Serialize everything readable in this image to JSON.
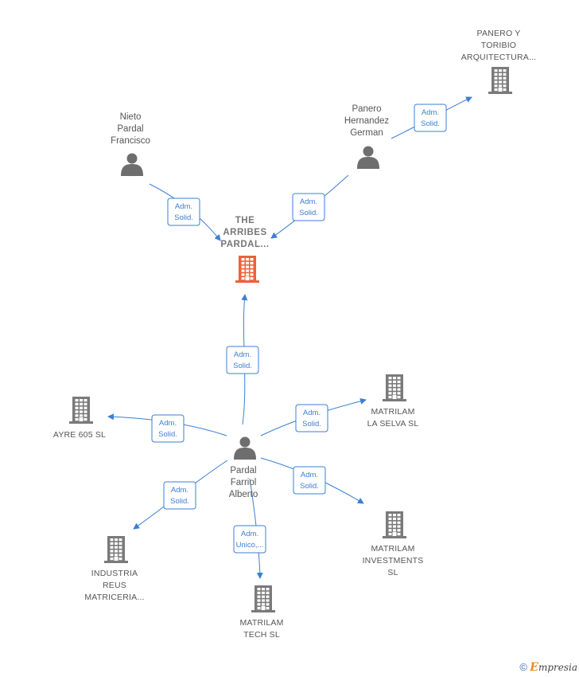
{
  "nodes": [
    {
      "id": "main",
      "kind": "company",
      "main": true,
      "lines": [
        "THE",
        "ARRIBES",
        "PARDAL..."
      ]
    },
    {
      "id": "nieto",
      "kind": "person",
      "lines": [
        "Nieto",
        "Pardal",
        "Francisco"
      ]
    },
    {
      "id": "panero",
      "kind": "person",
      "lines": [
        "Panero",
        "Hernandez",
        "German"
      ]
    },
    {
      "id": "panero_co",
      "kind": "company",
      "lines": [
        "PANERO Y",
        "TORIBIO",
        "ARQUITECTURA..."
      ]
    },
    {
      "id": "alberto",
      "kind": "person",
      "lines": [
        "Pardal",
        "Farriol",
        "Alberto"
      ]
    },
    {
      "id": "ayre",
      "kind": "company",
      "lines": [
        "AYRE 605  SL"
      ]
    },
    {
      "id": "selva",
      "kind": "company",
      "lines": [
        "MATRILAM",
        "LA SELVA SL"
      ]
    },
    {
      "id": "industria",
      "kind": "company",
      "lines": [
        "INDUSTRIA",
        "REUS",
        "MATRICERIA..."
      ]
    },
    {
      "id": "tech",
      "kind": "company",
      "lines": [
        "MATRILAM",
        "TECH SL"
      ]
    },
    {
      "id": "investments",
      "kind": "company",
      "lines": [
        "MATRILAM",
        "INVESTMENTS",
        "SL"
      ]
    }
  ],
  "edges": [
    {
      "from": "nieto",
      "to": "main",
      "role": [
        "Adm.",
        "Solid."
      ]
    },
    {
      "from": "panero",
      "to": "main",
      "role": [
        "Adm.",
        "Solid."
      ]
    },
    {
      "from": "panero",
      "to": "panero_co",
      "role": [
        "Adm.",
        "Solid."
      ]
    },
    {
      "from": "alberto",
      "to": "main",
      "role": [
        "Adm.",
        "Solid."
      ]
    },
    {
      "from": "alberto",
      "to": "ayre",
      "role": [
        "Adm.",
        "Solid."
      ]
    },
    {
      "from": "alberto",
      "to": "selva",
      "role": [
        "Adm.",
        "Solid."
      ]
    },
    {
      "from": "alberto",
      "to": "industria",
      "role": [
        "Adm.",
        "Solid."
      ]
    },
    {
      "from": "alberto",
      "to": "tech",
      "role": [
        "Adm.",
        "Unico,..."
      ]
    },
    {
      "from": "alberto",
      "to": "investments",
      "role": [
        "Adm.",
        "Solid."
      ]
    }
  ],
  "colors": {
    "edge": "#3b7fd4",
    "main_company": "#f0603a",
    "company": "#7a7a7a",
    "person": "#6e6e6e"
  },
  "footer": {
    "copyright": "©",
    "brand_initial": "E",
    "brand_rest": "mpresia"
  }
}
